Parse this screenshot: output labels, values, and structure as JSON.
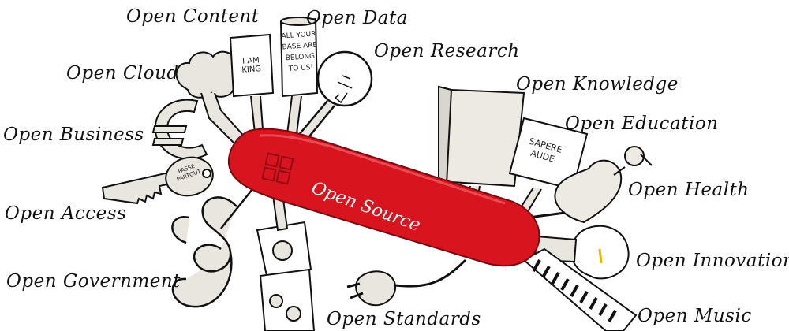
{
  "center": {
    "label": "Open Source"
  },
  "labels": {
    "content": "Open Content",
    "data": "Open Data",
    "research": "Open Research",
    "cloud": "Open Cloud",
    "knowledge": "Open Knowledge",
    "education": "Open Education",
    "business": "Open Business",
    "health": "Open Health",
    "access": "Open Access",
    "innovation": "Open Innovation",
    "government": "Open Government",
    "standards": "Open Standards",
    "music": "Open Music"
  },
  "tool_text": {
    "card_line1": "I AM",
    "card_line2": "KING",
    "can_line1": "ALL YOUR",
    "can_line2": "BASE ARE",
    "can_line3": "BELONG",
    "can_line4": "TO US!",
    "sign_line1": "SAPERE",
    "sign_line2": "AUDE",
    "key_line1": "PASSE",
    "key_line2": "PARTOUT"
  },
  "colors": {
    "knife": "#d8141f",
    "ink": "#111111",
    "tool_fill": "#e8e6df"
  }
}
